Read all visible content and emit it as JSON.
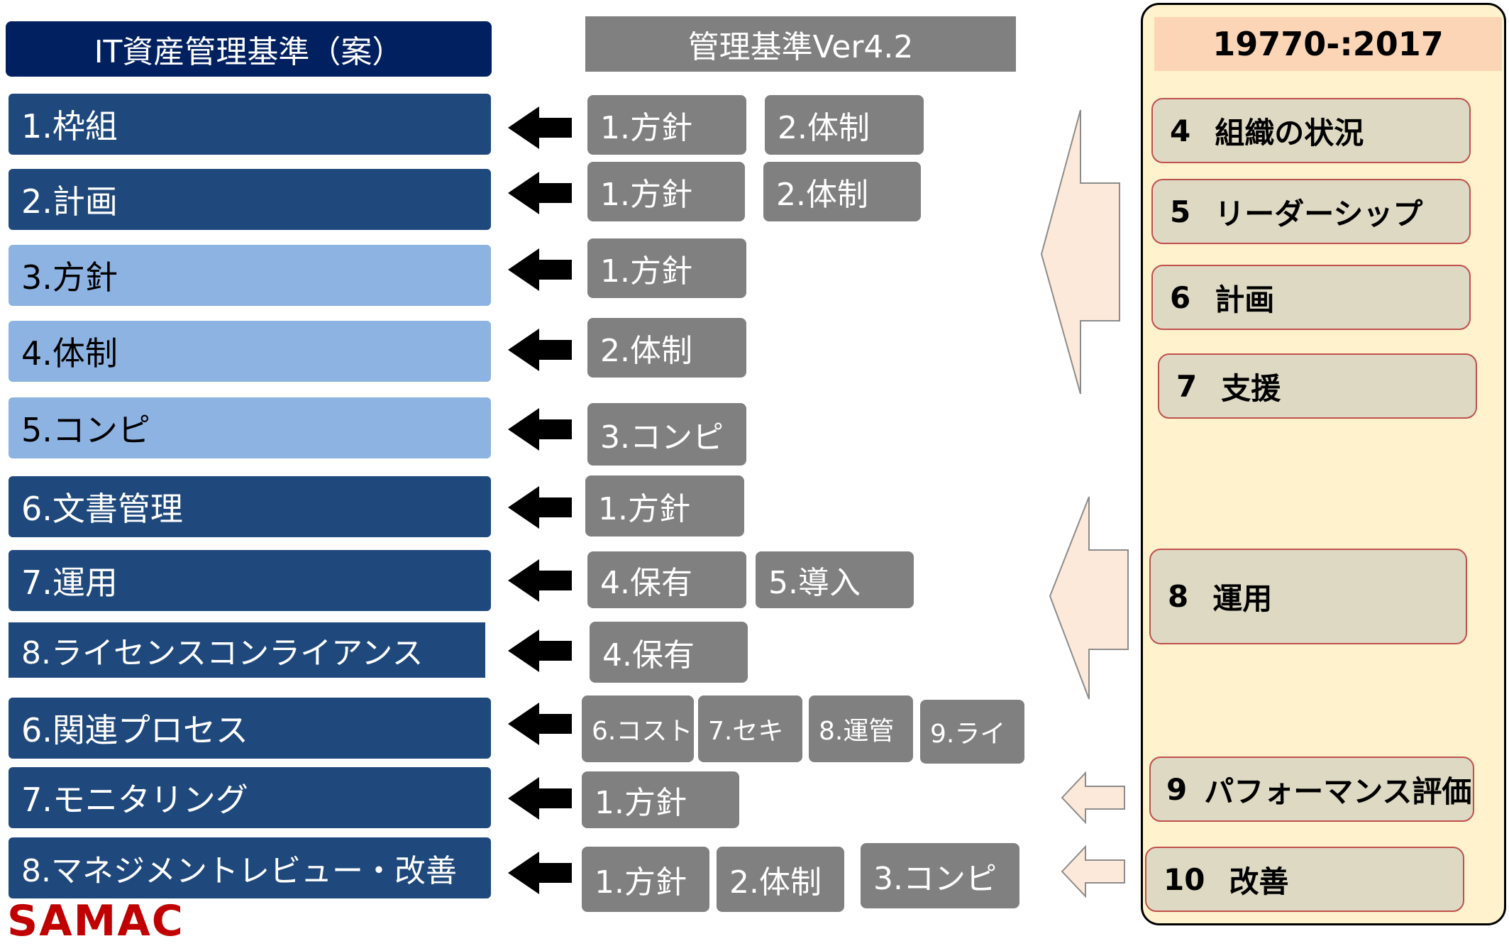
{
  "left_header": "IT資産管理基準（案）",
  "middle_header": "管理基準Ver4.2",
  "right_header": "19770-:2017",
  "left_items": [
    "1.枠組",
    "2.計画",
    "3.方針",
    "4.体制",
    "5.コンピ",
    "6.文書管理",
    "7.運用",
    "8.ライセンスコンライアンス",
    "6.関連プロセス",
    "7.モニタリング",
    "8.マネジメントレビュー・改善"
  ],
  "middle_rows": [
    [
      "1.方針",
      "2.体制"
    ],
    [
      "1.方針",
      "2.体制"
    ],
    [
      "1.方針"
    ],
    [
      "2.体制"
    ],
    [
      "3.コンピ"
    ],
    [
      "1.方針"
    ],
    [
      "4.保有",
      "5.導入"
    ],
    [
      "4.保有"
    ],
    [
      "6.コスト",
      "7.セキ",
      "8.運管",
      "9.ライ"
    ],
    [
      "1.方針"
    ],
    [
      "1.方針",
      "2.体制",
      "3.コンピ"
    ]
  ],
  "right_items": [
    {
      "num": "4",
      "label": "組織の状況"
    },
    {
      "num": "5",
      "label": "リーダーシップ"
    },
    {
      "num": "6",
      "label": "計画"
    },
    {
      "num": "7",
      "label": "支援"
    },
    {
      "num": "8",
      "label": "運用"
    },
    {
      "num": "9",
      "label": "パフォーマンス評価"
    },
    {
      "num": "10",
      "label": "改善"
    }
  ],
  "logo_text": "SAMAC",
  "colors": {
    "left_dark": "#1f497d",
    "left_light": "#8db3e2",
    "middle_gray": "#808080",
    "right_panel": "#fff2cc",
    "right_box": "#ddd9c3",
    "right_box_border": "#c0504d",
    "right_header": "#fbd5b5",
    "big_arrow": "#fde9d9",
    "arrow_black": "#000000"
  }
}
